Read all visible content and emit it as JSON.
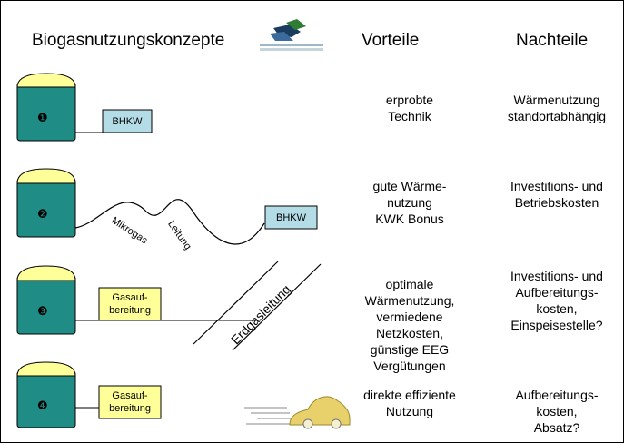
{
  "title": "Biogasnutzungskonzepte",
  "logo_text": "",
  "columns": {
    "vorteile": "Vorteile",
    "nachteile": "Nachteile"
  },
  "rows": [
    {
      "number": "❶",
      "components": [
        "BHKW"
      ],
      "vorteile": "erprobte\nTechnik",
      "nachteile": "Wärmenutzung\nstandortabhängig"
    },
    {
      "number": "❷",
      "components": [
        "Mikrogas",
        "Leitung",
        "BHKW"
      ],
      "vorteile": "gute Wärme-\nnutzung\nKWK Bonus",
      "nachteile": "Investitions- und\nBetriebskosten"
    },
    {
      "number": "❸",
      "components": [
        "Gasauf-\nbereitung",
        "Erdgasleitung"
      ],
      "vorteile": "optimale\nWärmenutzung,\nvermiedene\nNetzkosten,\ngünstige EEG\nVergütungen",
      "nachteile": "Investitions- und\nAufbereitungs-\nkosten,\nEinspeisestelle?"
    },
    {
      "number": "❹",
      "components": [
        "Gasauf-\nbereitung"
      ],
      "vorteile": "direkte effiziente\nNutzung",
      "nachteile": "Aufbereitungs-\nkosten,\nAbsatz?"
    }
  ],
  "colors": {
    "tank_body": "#1f8c86",
    "tank_top": "#ffff99",
    "bhkw_box": "#b3dce6",
    "gas_box": "#ffff99",
    "car": "#e8d06a"
  }
}
